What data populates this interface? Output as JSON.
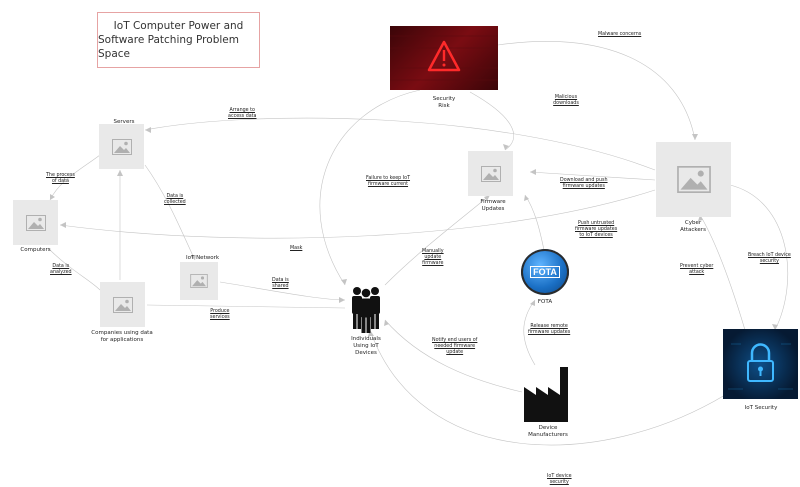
{
  "title": {
    "line1": "IoT Computer Power and",
    "line2": "Software Patching Problem Space"
  },
  "nodes": {
    "security_risk": {
      "line1": "Security",
      "line2": "Risk"
    },
    "servers": "Servers",
    "computers": "Computers",
    "iot_network": "IoT Network",
    "companies": {
      "line1": "Companies using data",
      "line2": "for applications"
    },
    "individuals": {
      "line1": "Individuals",
      "line2": "Using IoT",
      "line3": "Devices"
    },
    "firmware_updates": {
      "line1": "Firmware",
      "line2": "Updates"
    },
    "fota": "FOTA",
    "fota_badge": "FOTA",
    "cyber_attackers": {
      "line1": "Cyber",
      "line2": "Attackers"
    },
    "iot_security": "IoT Security",
    "device_manufacturers": {
      "line1": "Device",
      "line2": "Manufacturers"
    }
  },
  "edges": {
    "malware_concerns": "Malware concerns",
    "malicious_downloads": "Malicious downloads",
    "storage_access": {
      "line1": "Arrange to",
      "line2": "access data"
    },
    "the_process": {
      "line1": "The process",
      "line2": "of data"
    },
    "data_collected": {
      "line1": "Data is",
      "line2": "collected"
    },
    "failure_keep_firmware": {
      "line1": "Failure to keep IoT",
      "line2": "firmware current"
    },
    "download_push": {
      "line1": "Download and push",
      "line2": "firmware updates"
    },
    "push_updates": {
      "line1": "Push untrusted",
      "line2": "firmware updates",
      "line3": "to IoT devices"
    },
    "data_analyzed": {
      "line1": "Data is",
      "line2": "analyzed"
    },
    "mask": "Mask",
    "data_shared": {
      "line1": "Data is",
      "line2": "shared"
    },
    "manually_update": {
      "line1": "Manually",
      "line2": "update",
      "line3": "firmware"
    },
    "produce_services": {
      "line1": "Produce",
      "line2": "services"
    },
    "prevent_cyber": {
      "line1": "Prevent cyber",
      "line2": "attack"
    },
    "breach_iot": {
      "line1": "Breach IoT device",
      "line2": "security"
    },
    "release_remote": {
      "line1": "Release remote",
      "line2": "firmware updates"
    },
    "notify_end_users": {
      "line1": "Notify end users of",
      "line2": "needed firmware",
      "line3": "update"
    },
    "iot_device_security": {
      "line1": "IoT device",
      "line2": "security"
    }
  },
  "colors": {
    "title_border": "#e6a3a3",
    "edge": "#bfbfbf",
    "placeholder": "#e9e9e9",
    "warning_red": "#d0101c",
    "fota_blue": "#1a6fc4",
    "security_blue": "#1b86c7"
  }
}
